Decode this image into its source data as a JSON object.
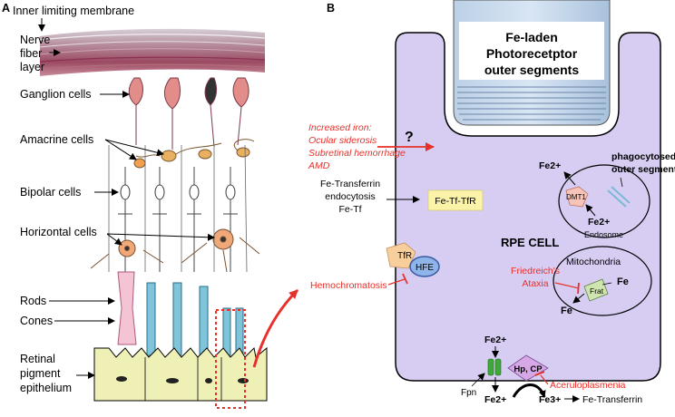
{
  "panel_a": {
    "letter": "A",
    "labels": {
      "ilm": "Inner limiting membrane",
      "nfl_1": "Nerve",
      "nfl_2": "fiber",
      "nfl_3": "layer",
      "ganglion": "Ganglion cells",
      "amacrine": "Amacrine cells",
      "bipolar": "Bipolar cells",
      "horizontal": "Horizontal cells",
      "rods": "Rods",
      "cones": "Cones",
      "rpe_1": "Retinal",
      "rpe_2": "pigment",
      "rpe_3": "epithelium"
    }
  },
  "panel_b": {
    "letter": "B",
    "pos_1": "Fe-laden",
    "pos_2": "Photorecetptor",
    "pos_3": "outer segments",
    "question": "?",
    "iron_1": "Increased iron:",
    "iron_2": "Ocular siderosis",
    "iron_3": "Subretinal hemorrhage",
    "iron_4": "AMD",
    "endo_1": "Fe-Transferrin",
    "endo_2": "endocytosis",
    "endo_3": "Fe-Tf",
    "tftfr": "Fe-Tf-TfR",
    "tfr": "TfR",
    "hfe": "HFE",
    "hemo": "Hemochromatosis",
    "rpe_cell": "RPE CELL",
    "dmt1": "DMT1",
    "fe2_endo": "Fe2+",
    "fe2_out": "Fe2+",
    "endosome": "Endosome",
    "phago_1": "phagocytosed",
    "phago_2": "outer segment",
    "mito": "Mitochondria",
    "fe_mito": "Fe",
    "frat": "Frat",
    "fried_1": "Friedreich's",
    "fried_2": "Ataxia",
    "fe_out": "Fe",
    "fe2_top": "Fe2+",
    "fe2_bot": "Fe2+",
    "fpn": "Fpn",
    "hpcp": "Hp, CP",
    "acer": "Aceruloplasmenia",
    "fe3": "Fe3+",
    "fe_tf": "Fe-Transferrin"
  }
}
